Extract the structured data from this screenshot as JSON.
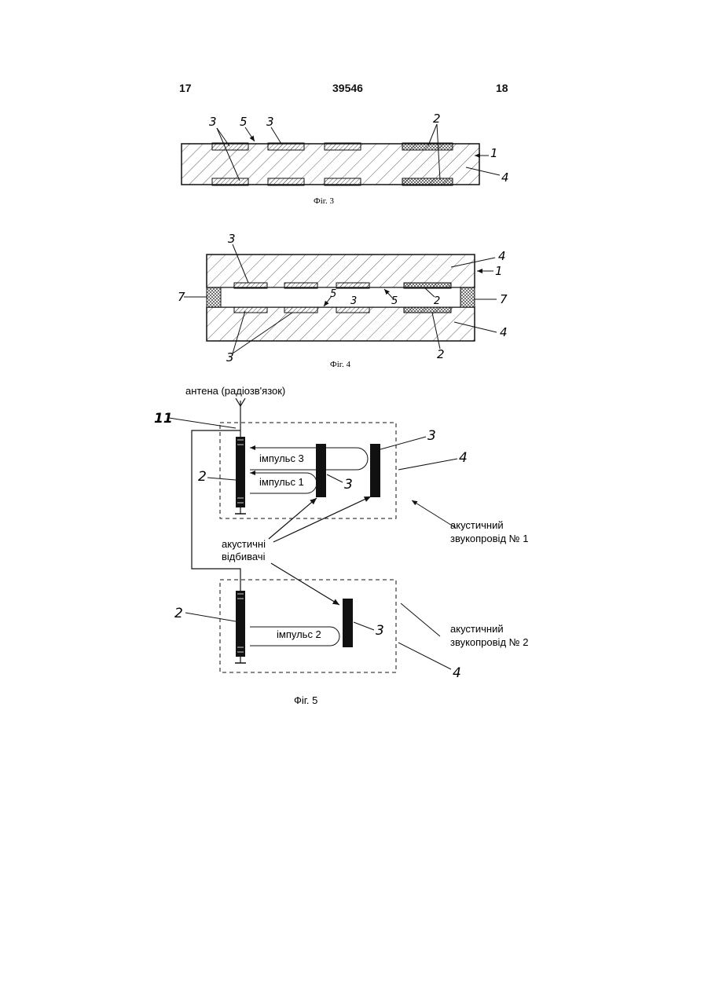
{
  "header": {
    "page_left": "17",
    "patent_number": "39546",
    "page_right": "18"
  },
  "fig3": {
    "caption": "Фіг. 3",
    "refs": {
      "r3a": "3",
      "r5": "5",
      "r3b": "3",
      "r2": "2",
      "r1": "1",
      "r4": "4"
    }
  },
  "fig4": {
    "caption": "Фіг. 4",
    "refs": {
      "r3top": "3",
      "r4top": "4",
      "r1": "1",
      "r7l": "7",
      "r7r": "7",
      "r5a": "5",
      "r3mid": "3",
      "r5b": "5",
      "r2mid": "2",
      "r4bot": "4",
      "r3bot": "3",
      "r2bot": "2"
    }
  },
  "fig5": {
    "caption": "Фіг. 5",
    "antenna": "антена (радіозв'язок)",
    "ref11": "11",
    "ref2a": "2",
    "ref2b": "2",
    "ref3a": "3",
    "ref3b": "3",
    "ref3c": "3",
    "ref4a": "4",
    "ref4b": "4",
    "pulse3": "імпульс 3",
    "pulse1": "імпульс 1",
    "pulse2": "імпульс 2",
    "reflectors_line1": "акустичні",
    "reflectors_line2": "відбивачі",
    "waveguide1_line1": "акустичний",
    "waveguide1_line2": "звукопровід № 1",
    "waveguide2_line1": "акустичний",
    "waveguide2_line2": "звукопровід № 2"
  }
}
